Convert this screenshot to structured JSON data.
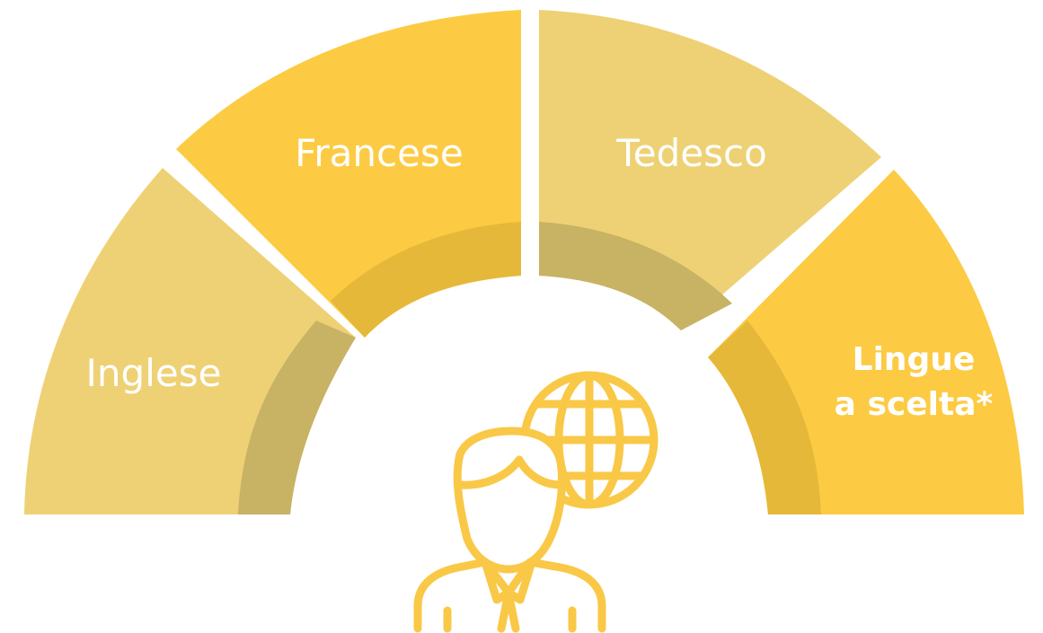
{
  "segments": [
    {
      "label": "Inglese",
      "color": "#eed175",
      "inner_color": "#c8b264"
    },
    {
      "label": "Francese",
      "color": "#fccb43",
      "inner_color": "#e6b83a"
    },
    {
      "label": "Tedesco",
      "color": "#eed175",
      "inner_color": "#c8b264"
    },
    {
      "label_lines": [
        "Lingue",
        "a scelta*"
      ],
      "color": "#fccb43",
      "inner_color": "#e6b83a"
    }
  ],
  "icons": {
    "person": "person-icon",
    "globe": "globe-icon"
  },
  "icon_color": "#f9c846",
  "gear_color": "#ffffff"
}
